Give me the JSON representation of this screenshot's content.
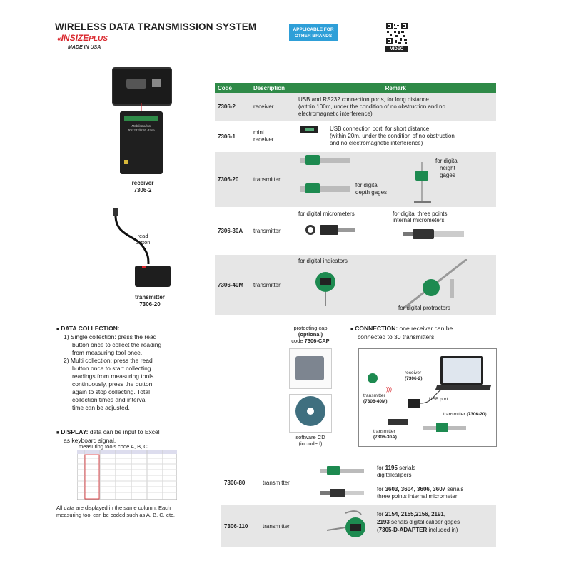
{
  "header": {
    "title": "WIRELESS DATA TRANSMISSION SYSTEM",
    "brand_main": "INSIZE",
    "brand_plus": "PLUS",
    "made_in": "MADE IN USA",
    "badge_line1": "APPLICABLE FOR",
    "badge_line2": "OTHER BRANDS",
    "qr_label": "VIDEO",
    "brand_color": "#d9262c",
    "badge_color": "#2e9fd8"
  },
  "left": {
    "receiver_label": "receiver",
    "receiver_code": "7306-2",
    "receiver_device_text1": "MobileCollect",
    "receiver_device_text2": "RS-232/USB Base",
    "read_button_line1": "read",
    "read_button_line2": "button",
    "transmitter_label": "transmitter",
    "transmitter_code": "7306-20"
  },
  "table": {
    "header_color": "#2f8a48",
    "headers": {
      "code": "Code",
      "description": "Description",
      "remark": "Remark"
    },
    "rows": [
      {
        "code": "7306-2",
        "description": "receiver",
        "remark": [
          "USB and RS232 connection ports, for long distance",
          "(within 100m, under the condition of no obstruction and no",
          "electromagnetic interference)"
        ]
      },
      {
        "code": "7306-1",
        "description_line1": "mini",
        "description_line2": "receiver",
        "remark": [
          "USB connection port, for short distance",
          "(within 20m, under the condition of no obstruction",
          "and no electromagnetic interference)"
        ]
      },
      {
        "code": "7306-20",
        "description": "transmitter",
        "label_a1": "for digital",
        "label_a2": "depth gages",
        "label_b1": "for digital",
        "label_b2": "height",
        "label_b3": "gages"
      },
      {
        "code": "7306-30A",
        "description": "transmitter",
        "label_a": "for digital micrometers",
        "label_b1": "for digital three points",
        "label_b2": "internal micrometers"
      },
      {
        "code": "7306-40M",
        "description": "transmitter",
        "label_a": "for digital indicators",
        "label_b": "for digital protractors"
      }
    ]
  },
  "data_collection": {
    "heading": "DATA COLLECTION:",
    "lines": [
      "1) Single collection: press the read",
      "button once to collect the reading",
      "from measuring tool once.",
      "2) Multi collection: press the read",
      "button once to start collecting",
      "readings from measuring tools",
      "continuously, press the button",
      "again to stop collecting. Total",
      "collection times and interval",
      "time can be adjusted."
    ]
  },
  "display": {
    "heading": "DISPLAY:",
    "text1": "data can be input to Excel",
    "text2": "as keyboard signal.",
    "sheet_label": "measuring tools code A, B, C",
    "note1": "All data are displayed in the same column. Each",
    "note2": "measuring tool can be coded such as A, B, C, etc."
  },
  "cap": {
    "line1": "protecting cap",
    "line2": "(optional)",
    "line3_prefix": "code ",
    "line3_code": "7306-CAP",
    "cd_line1": "software CD",
    "cd_line2": "(included)"
  },
  "connection": {
    "heading": "CONNECTION:",
    "text1": "one receiver can be",
    "text2": "connected to 30 transmitters.",
    "receiver_label": "receiver",
    "receiver_code": "(7306-2)",
    "usb_label": "USB port",
    "tx40_label": "transmitter",
    "tx40_code": "(7306-40M)",
    "tx30_label": "transmitter",
    "tx30_code": "(7306-30A)",
    "tx20_label": "transmitter",
    "tx20_code": "7306-20"
  },
  "bottom_table": {
    "rows": [
      {
        "code": "7306-80",
        "description": "transmitter",
        "a_pre": "for ",
        "a_bold": "1195",
        "a_post": " serials",
        "a_line2": "digitalcalipers",
        "b_pre": "for ",
        "b_bold": "3603, 3604, 3606, 3607",
        "b_post": " serials",
        "b_line2": "three points internal micrometer"
      },
      {
        "code": "7306-110",
        "description": "transmitter",
        "l1_pre": "for ",
        "l1_bold": "2154, 2155,2156, 2191,",
        "l2_bold": "2193",
        "l2_post": " serials digital caliper gages",
        "l3_pre": "(",
        "l3_bold": "7305-D-ADAPTER",
        "l3_post": " included in)"
      }
    ]
  }
}
